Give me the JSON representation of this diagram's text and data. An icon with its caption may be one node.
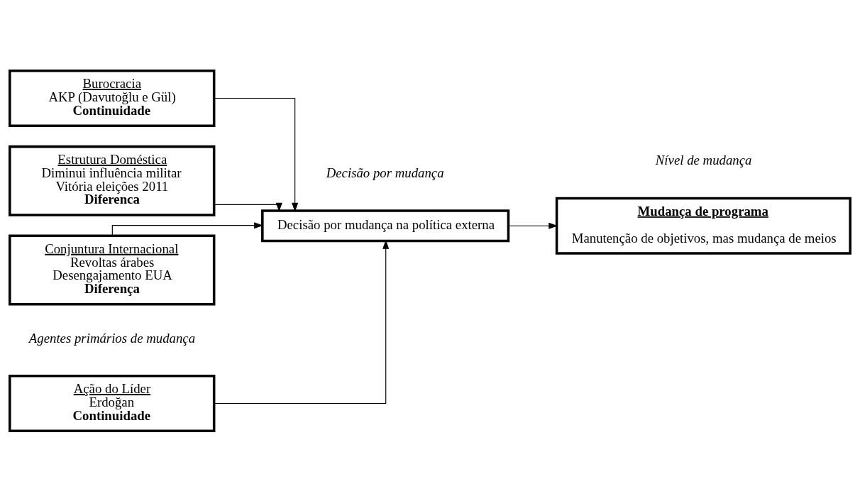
{
  "diagram": {
    "nodes": [
      {
        "text": [
          "Ação do Líder",
          "Erdoğan",
          "Continuidade"
        ]
      },
      {
        "text": [
          "Burocracia",
          "AKP (Davutoğlu e Gül)",
          "Continuidade"
        ]
      },
      {
        "text": [
          "Estrutura Doméstica",
          "Diminui influência militar",
          "Vitória eleições 2011",
          "Diferenca"
        ]
      },
      {
        "text": [
          "Conjuntura Internacional",
          "Revoltas árabes",
          "Desengajamento EUA",
          "Diferença"
        ]
      },
      {
        "text": [
          "Decisão por mudança na política externa"
        ]
      },
      {
        "text": [
          "Mudança de programa",
          "Manutenção de objetivos, mas mudança de meios"
        ]
      }
    ],
    "edges": [
      {
        "from": 0,
        "to": 4,
        "arrow": "to"
      },
      {
        "from": 1,
        "to": 4,
        "arrow": "to"
      },
      {
        "from": 2,
        "to": 4,
        "arrow": "to"
      },
      {
        "from": 3,
        "to": 4,
        "arrow": "to"
      },
      {
        "from": 4,
        "to": 5,
        "arrow": "to"
      }
    ],
    "labels": [
      "Agentes primários de mudança",
      "Decisão por mudança",
      "Nível de mudança"
    ]
  }
}
